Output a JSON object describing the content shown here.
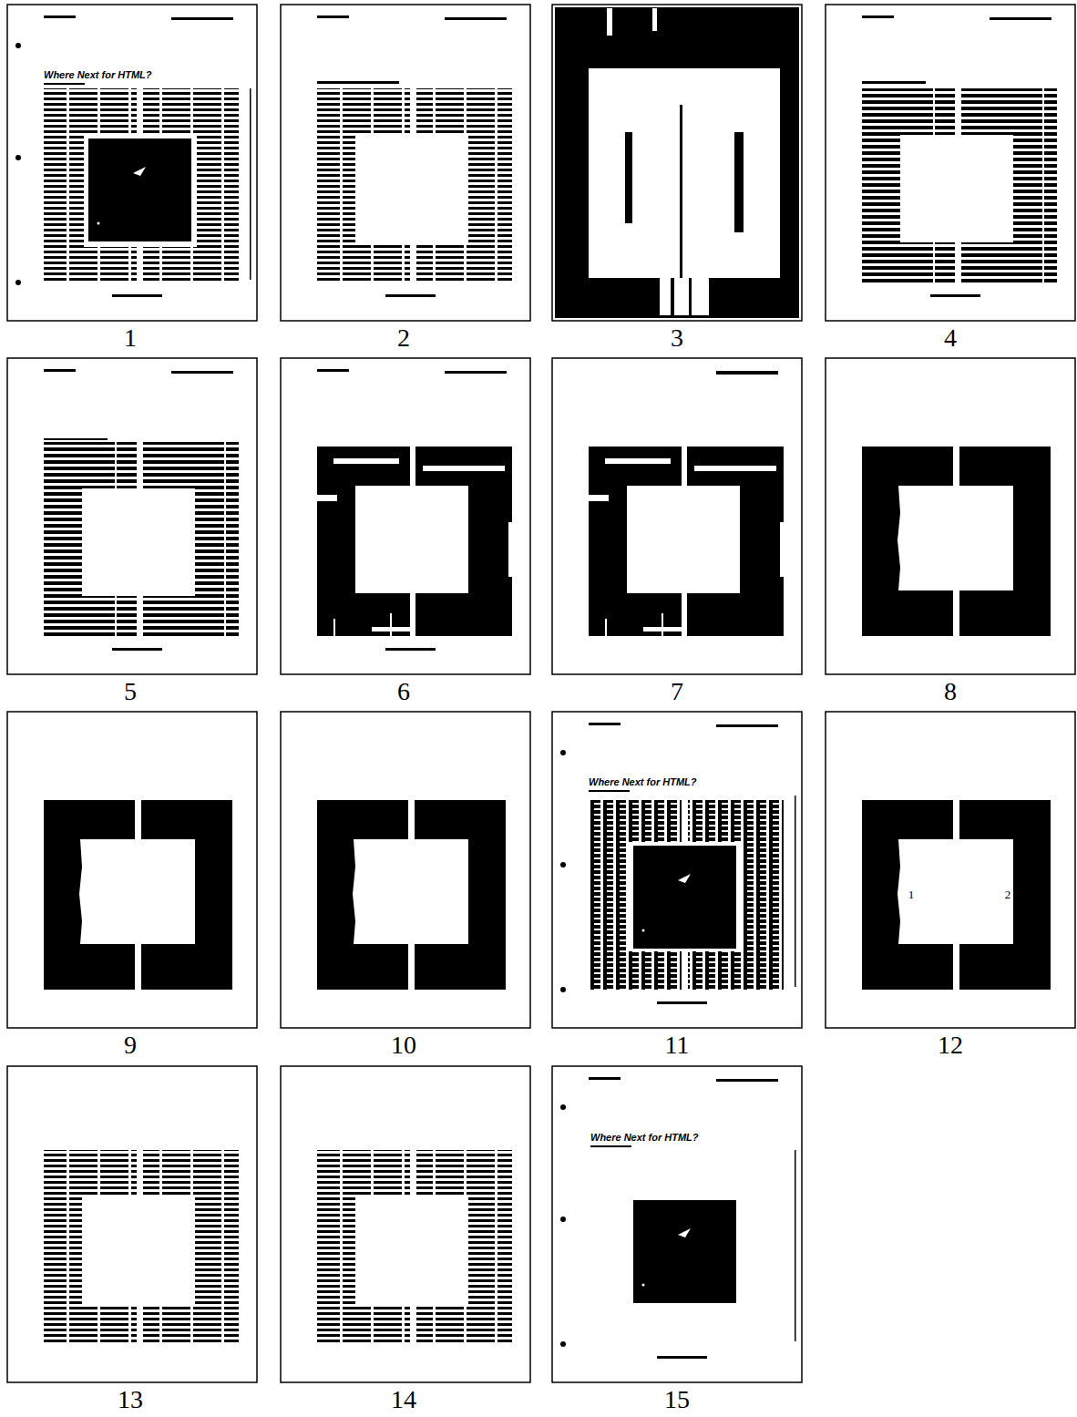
{
  "diagram": {
    "labels": [
      "Where Next for HTML?",
      "1",
      "2",
      "3",
      "4",
      "5",
      "6",
      "7",
      "8",
      "Where Next for HTML?",
      "1",
      "2",
      "9",
      "10",
      "11",
      "12",
      "Where Next for HTML?",
      "13",
      "14",
      "15"
    ]
  }
}
